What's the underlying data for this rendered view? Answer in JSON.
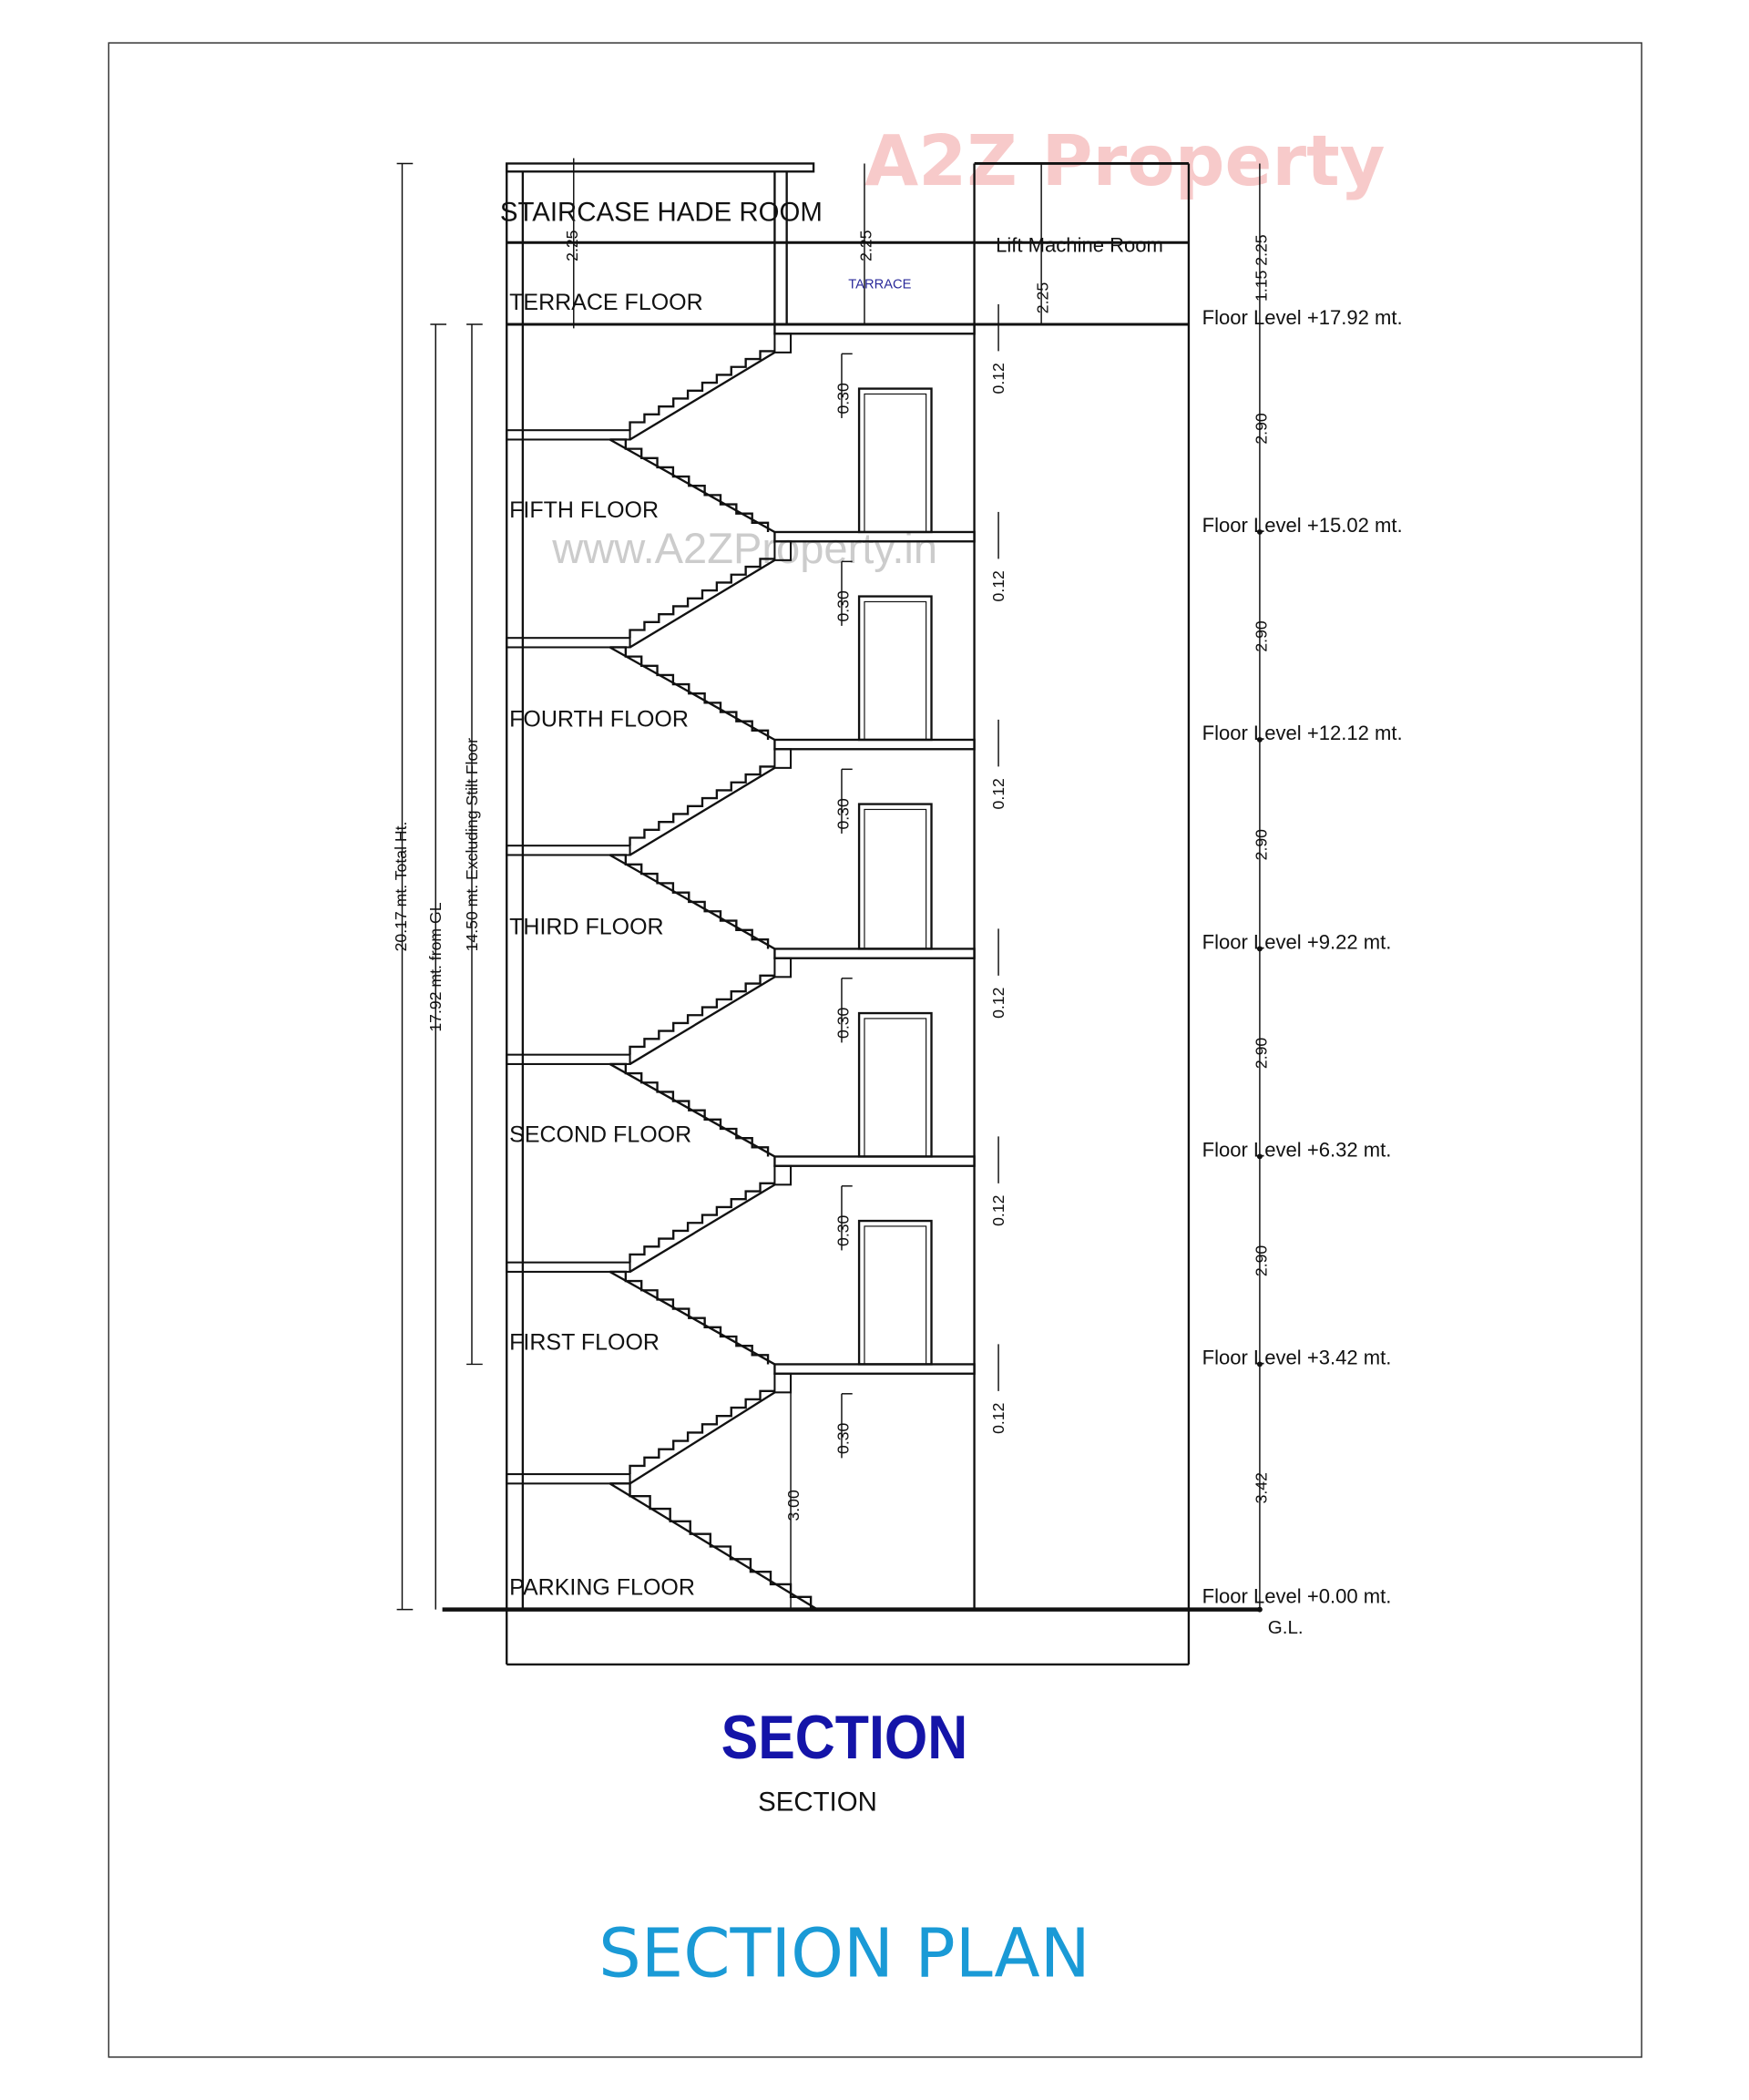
{
  "watermark": {
    "brand": "A2Z Property",
    "url": "www.A2ZProperty.in",
    "brand_colors": [
      "#f26b6b",
      "#7dc98a",
      "#6fa0e8",
      "#f5c542",
      "#8fd19e"
    ]
  },
  "labels": {
    "staircase_room": "STAIRCASE HADE ROOM",
    "terrace_floor": "TERRACE FLOOR",
    "terrace": "TARRACE",
    "lift_machine_room": "Lift Machine Room",
    "ground_level": "G.L."
  },
  "floors": [
    {
      "name": "FIFTH FLOOR",
      "level": "Floor Level +15.02 mt."
    },
    {
      "name": "FOURTH FLOOR",
      "level": "Floor Level +12.12 mt."
    },
    {
      "name": "THIRD FLOOR",
      "level": "Floor Level +9.22 mt."
    },
    {
      "name": "SECOND FLOOR",
      "level": "Floor Level +6.32 mt."
    },
    {
      "name": "FIRST FLOOR",
      "level": "Floor Level +3.42 mt."
    },
    {
      "name": "PARKING FLOOR",
      "level": "Floor Level +0.00 mt."
    }
  ],
  "terrace_level": "Floor Level +17.92 mt.",
  "dimensions": {
    "total_height": "20.17 mt. Total Ht.",
    "from_gl": "17.92 mt. from GL",
    "excluding_stilt": "14.50 mt. Excluding Stilt Floor",
    "room_height": "2.25",
    "top_right": "1.15  2.25",
    "floor_height": "2.90",
    "ground_height": "3.42",
    "stair_height": "3.00",
    "beam": "0.30",
    "slab": "0.12"
  },
  "titles": {
    "section_bold": "SECTION",
    "section_small": "SECTION",
    "plan": "SECTION PLAN"
  },
  "colors": {
    "section_title": "#1414a8",
    "plan_title": "#1a9ad6",
    "terrace_label": "#2a2a9a"
  }
}
